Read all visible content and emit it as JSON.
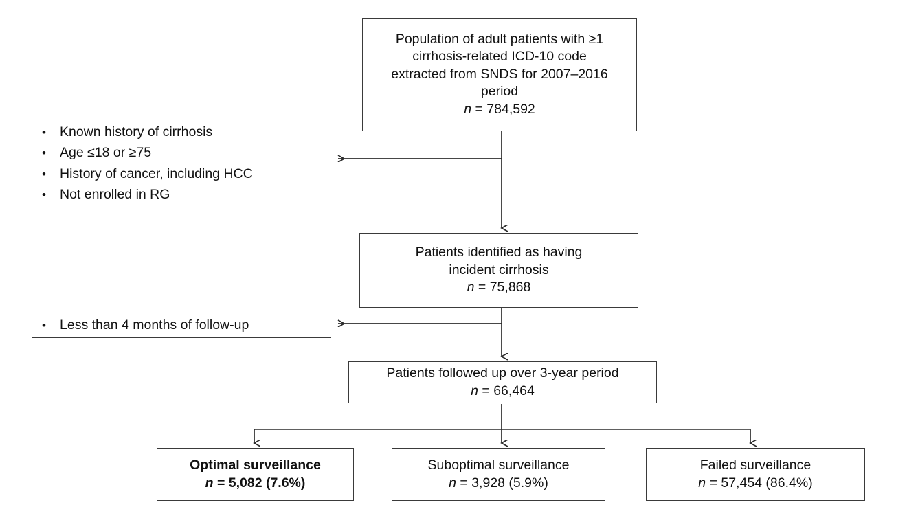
{
  "diagram": {
    "title": "HCC surveillance study flow diagram",
    "line_color": "#3a3a3a",
    "text_color": "#111111",
    "background": "#ffffff"
  },
  "boxes": {
    "source": {
      "lines": [
        "Population of adult patients with ≥1",
        "cirrhosis-related ICD-10 code",
        "extracted from SNDS for 2007–2016",
        "period"
      ],
      "count_label": "n",
      "count_value": "= 784,592"
    },
    "exclusion_1": {
      "bullet": "•",
      "items": [
        "Known history of cirrhosis",
        "Age ≤18 or ≥75",
        "History of cancer, including HCC",
        "Not enrolled in RG"
      ]
    },
    "incident": {
      "lines": [
        "Patients identified as having",
        "incident cirrhosis"
      ],
      "count_label": "n",
      "count_value": "= 75,868"
    },
    "exclusion_2": {
      "bullet": "•",
      "items": [
        "Less than 4 months of follow-up"
      ]
    },
    "followed": {
      "lines": [
        "Patients followed up over 3-year period"
      ],
      "count_label": "n",
      "count_value": "= 66,464"
    },
    "outcomes": [
      {
        "label": "Optimal surveillance",
        "count_label": "n",
        "count_value": "= 5,082 (7.6%)",
        "emphasis": "bold"
      },
      {
        "label": "Suboptimal surveillance",
        "count_label": "n",
        "count_value": "= 3,928 (5.9%)",
        "emphasis": "normal"
      },
      {
        "label": "Failed surveillance",
        "count_label": "n",
        "count_value": "= 57,454 (86.4%)",
        "emphasis": "normal"
      }
    ]
  }
}
